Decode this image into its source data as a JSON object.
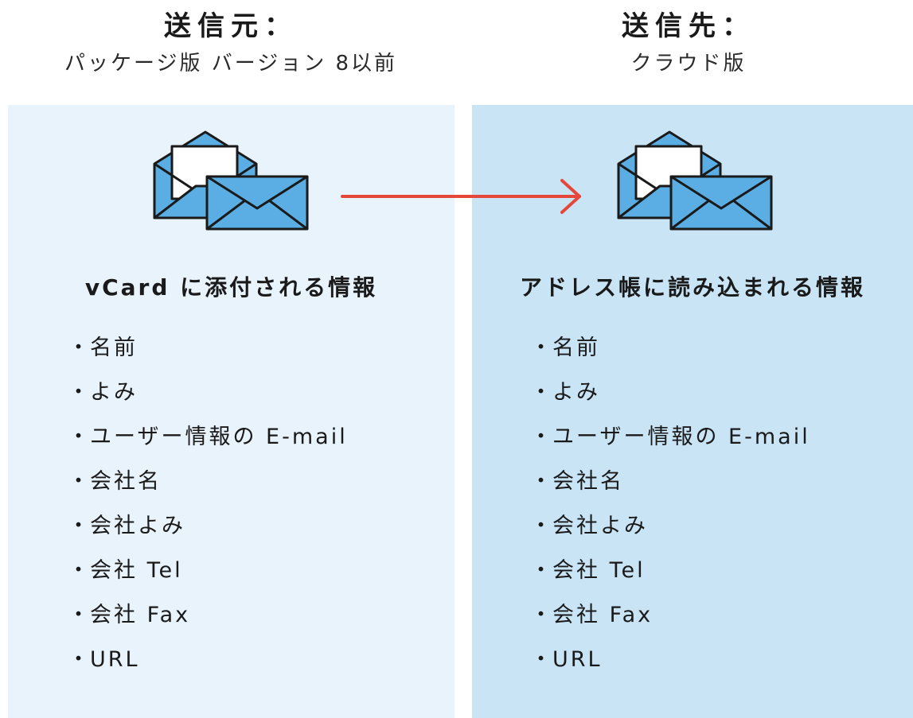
{
  "source": {
    "title": "送信元：",
    "subtitle": "パッケージ版 バージョン 8以前",
    "section_title": "vCard に添付される情報",
    "items": [
      "名前",
      "よみ",
      "ユーザー情報の E-mail",
      "会社名",
      "会社よみ",
      "会社 Tel",
      "会社 Fax",
      "URL"
    ]
  },
  "destination": {
    "title": "送信先：",
    "subtitle": "クラウド版",
    "section_title": "アドレス帳に読み込まれる情報",
    "items": [
      "名前",
      "よみ",
      "ユーザー情報の E-mail",
      "会社名",
      "会社よみ",
      "会社 Tel",
      "会社 Fax",
      "URL"
    ]
  },
  "bullet": "・",
  "colors": {
    "source_panel": "#e8f3fb",
    "destination_panel": "#c9e4f5",
    "envelope_fill": "#5aaee3",
    "arrow": "#e5483b"
  },
  "icons": [
    "envelopes-icon",
    "arrow-right-icon"
  ]
}
